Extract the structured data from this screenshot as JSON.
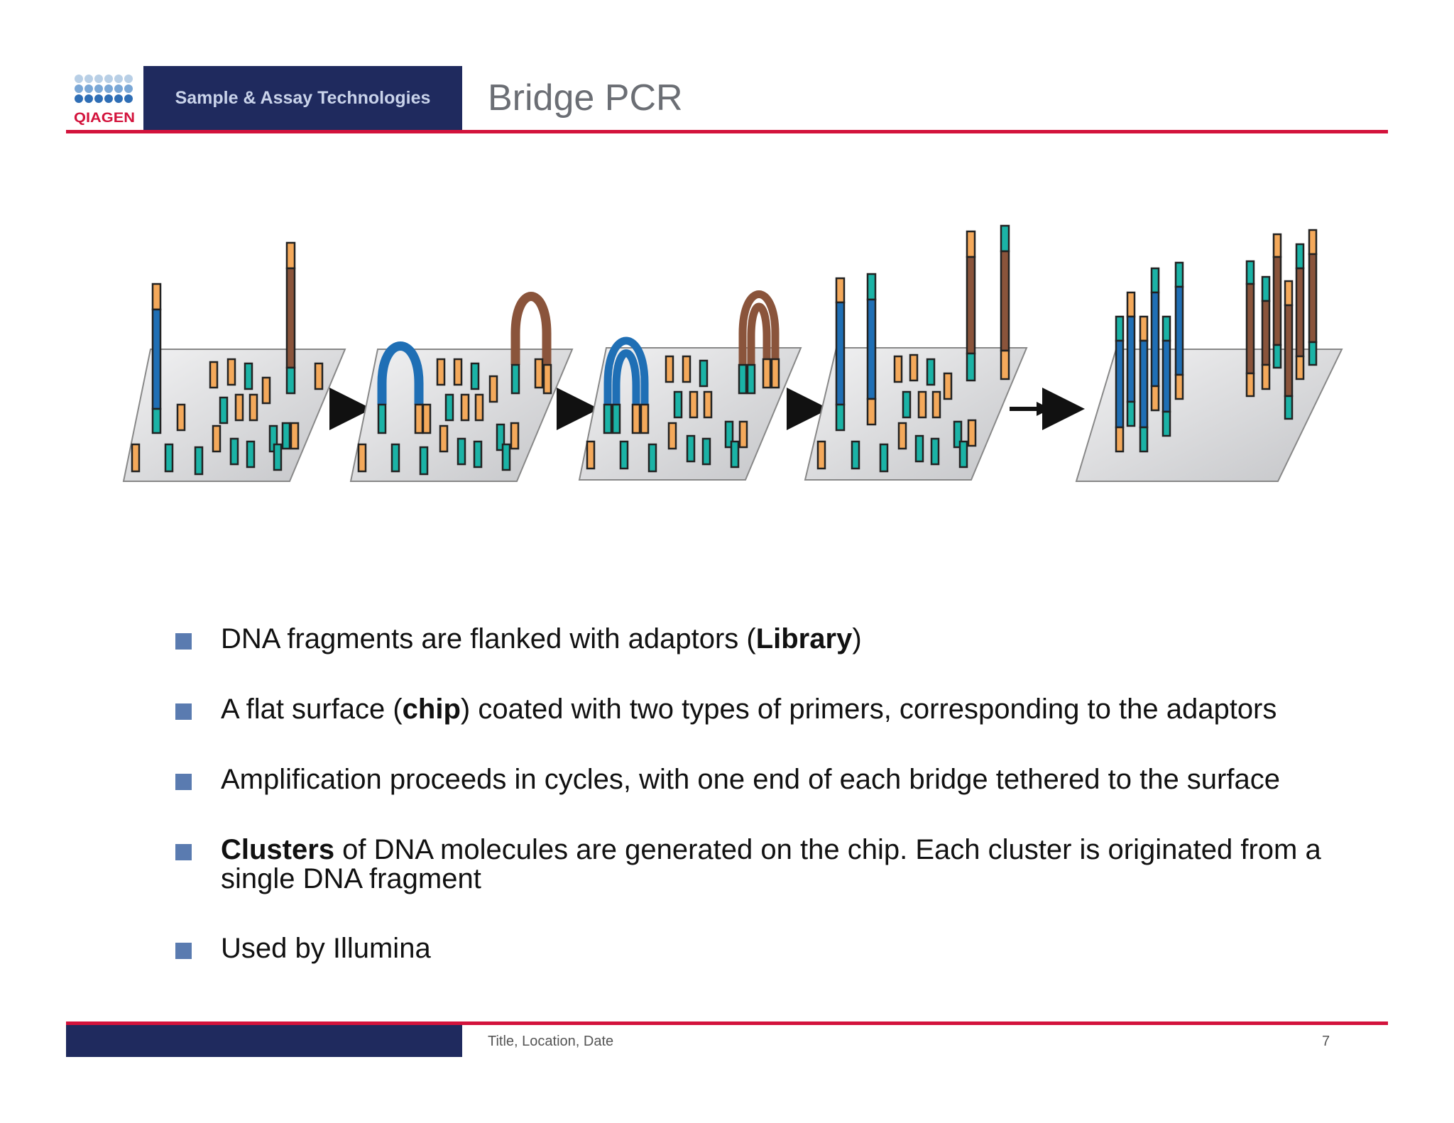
{
  "header": {
    "logo_text": "QIAGEN",
    "brand": "Sample & Assay Technologies",
    "title": "Bridge PCR"
  },
  "bullets": [
    {
      "parts": [
        "DNA fragments are flanked with adaptors (",
        "Library",
        ")"
      ]
    },
    {
      "parts": [
        "A flat surface (",
        "chip",
        ") coated with two types of primers, corresponding to the adaptors"
      ]
    },
    {
      "text": "Amplification proceeds in cycles, with one end of each bridge tethered to the surface"
    },
    {
      "parts": [
        "Clusters",
        " of DNA molecules are generated on the chip. Each cluster is originated from a single DNA fragment"
      ]
    },
    {
      "text": "Used by Illumina"
    }
  ],
  "footer": {
    "text": "Title, Location, Date",
    "page": "7"
  },
  "colors": {
    "navy": "#1f2a5e",
    "red_rule": "#d3133c",
    "bullet_square": "#5a7bb0",
    "primer_orange": "#f4a95b",
    "primer_teal": "#1bb3a6",
    "strand_blue": "#1f6fb5",
    "strand_brown": "#8a543b",
    "chip_grey": "#d9dadc"
  }
}
